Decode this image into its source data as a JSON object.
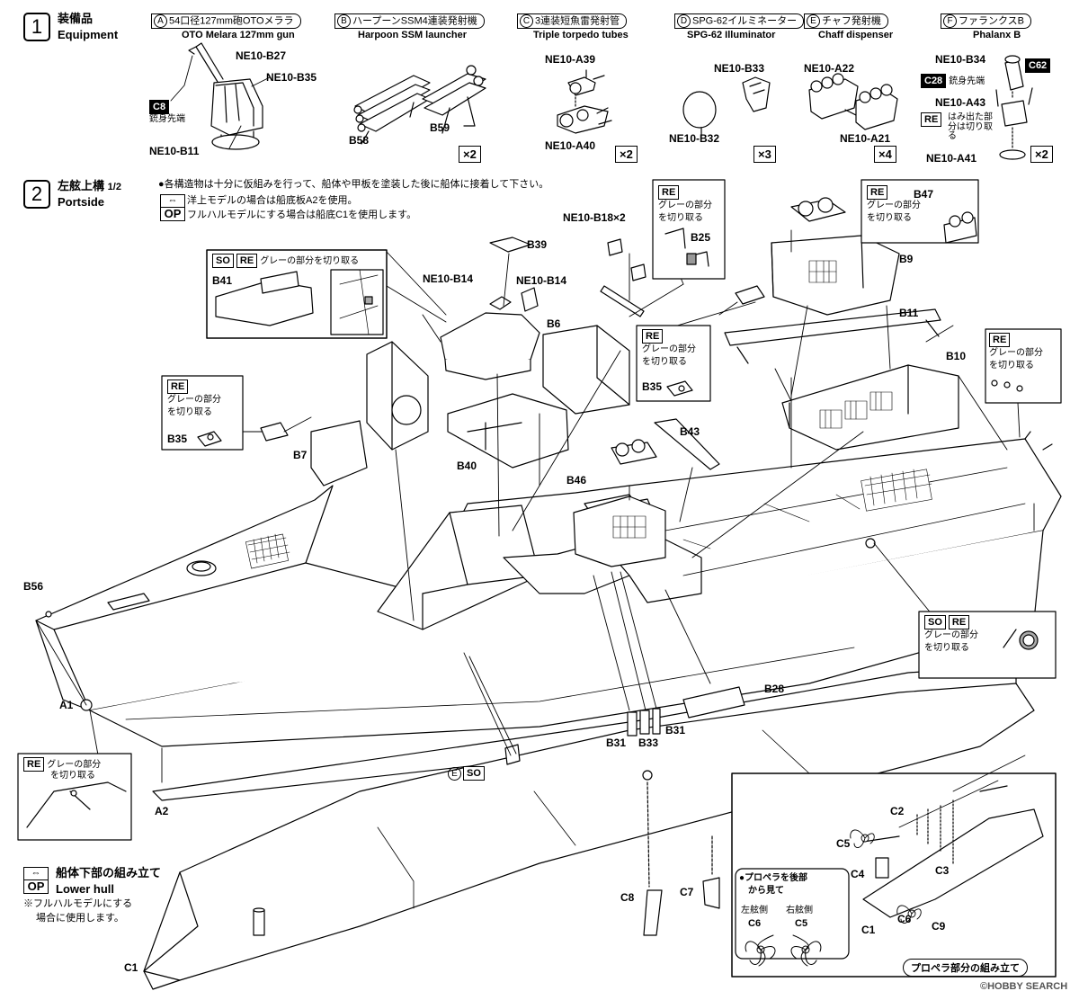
{
  "step1": {
    "number": "1",
    "title_jp": "装備品",
    "title_en": "Equipment",
    "items": [
      {
        "letter": "A",
        "name_jp": "54口径127mm砲OTOメララ",
        "name_en": "OTO Melara 127mm gun",
        "parts": [
          "NE10-B27",
          "NE10-B35",
          "NE10-B11"
        ],
        "note_tag": "C8",
        "note": "銃身先端"
      },
      {
        "letter": "B",
        "name_jp": "ハープーンSSM4連装発射機",
        "name_en": "Harpoon SSM launcher",
        "parts": [
          "B58",
          "B59"
        ],
        "qty": "×2"
      },
      {
        "letter": "C",
        "name_jp": "3連装短魚雷発射管",
        "name_en": "Triple torpedo tubes",
        "parts": [
          "NE10-A39",
          "NE10-A40"
        ],
        "qty": "×2"
      },
      {
        "letter": "D",
        "name_jp": "SPG-62イルミネーター",
        "name_en": "SPG-62 Illuminator",
        "parts": [
          "NE10-B33",
          "NE10-B32"
        ],
        "qty": "×3"
      },
      {
        "letter": "E",
        "name_jp": "チャフ発射機",
        "name_en": "Chaff dispenser",
        "parts": [
          "NE10-A22",
          "NE10-A21"
        ],
        "qty": "×4"
      },
      {
        "letter": "F",
        "name_jp": "ファランクスB",
        "name_en": "Phalanx B",
        "parts": [
          "NE10-B34",
          "NE10-A43",
          "NE10-A41"
        ],
        "tags": [
          "C62",
          "C28",
          "RE"
        ],
        "note1": "銃身先端",
        "note2": "はみ出た部分は切り取る",
        "qty": "×2"
      }
    ]
  },
  "step2": {
    "number": "2",
    "title_jp": "左舷上構",
    "fraction": "1/2",
    "title_en": "Portside",
    "instructions": [
      "●各構造物は十分に仮組みを行って、船体や甲板を塗装した後に船体に接着して下さい。",
      "洋上モデルの場合は船底板A2を使用。",
      "フルハルモデルにする場合は船底C1を使用します。"
    ],
    "op_top": "⇔",
    "op_label": "OP",
    "tag_so": "SO",
    "tag_re": "RE",
    "gray_cut": "グレーの部分を切り取る",
    "gray_cut_l1": "グレーの部分",
    "gray_cut_l2": "を切り取る",
    "parts": [
      "B39",
      "NE10-B14",
      "NE10-B14",
      "B41",
      "B6",
      "NE10-B18×2",
      "B25",
      "B47",
      "B9",
      "B11",
      "B10",
      "B35",
      "B35",
      "B7",
      "B40",
      "B43",
      "B46",
      "B56",
      "A1",
      "A2",
      "B28",
      "B31",
      "B33",
      "B31",
      "E"
    ]
  },
  "lower_hull": {
    "op_label": "OP",
    "title_jp": "船体下部の組み立て",
    "title_en": "Lower hull",
    "note1": "※フルハルモデルにする",
    "note2": "場合に使用します。",
    "parts": [
      "C1",
      "C8",
      "C7"
    ]
  },
  "propeller_inset": {
    "title": "プロペラ部分の組み立て",
    "parts": [
      "C2",
      "C5",
      "C4",
      "C3",
      "C1",
      "C6",
      "C9"
    ],
    "view_note1": "●プロペラを後部",
    "view_note2": "から見て",
    "port": "左舷側",
    "starboard": "右舷側",
    "port_part": "C6",
    "starboard_part": "C5"
  },
  "watermark": "©HOBBY SEARCH"
}
